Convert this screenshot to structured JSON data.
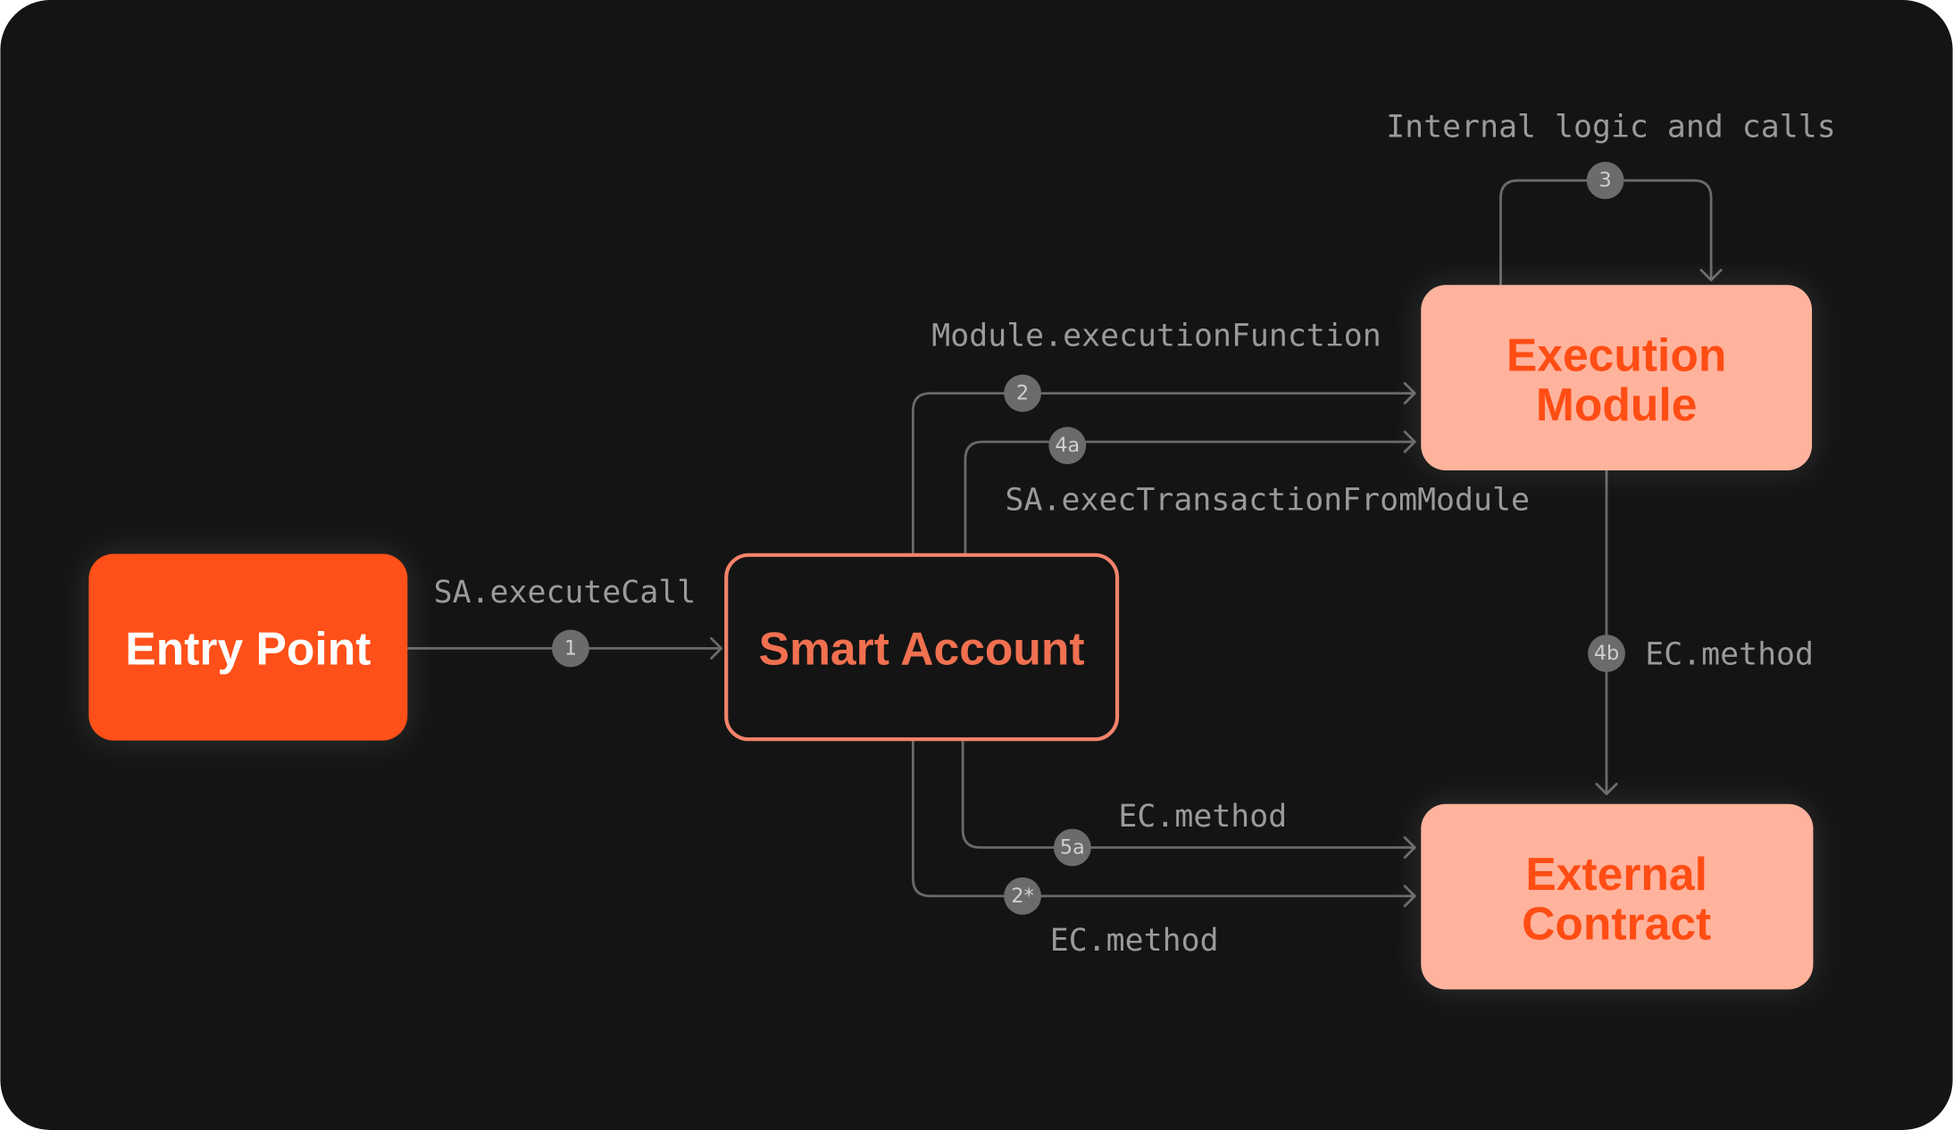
{
  "nodes": {
    "entry_point": {
      "label": "Entry Point"
    },
    "smart_account": {
      "label": "Smart Account"
    },
    "execution_module": {
      "line1": "Execution",
      "line2": "Module"
    },
    "external_contract": {
      "line1": "External",
      "line2": "Contract"
    }
  },
  "edges": {
    "e1": {
      "badge": "1",
      "label": "SA.executeCall"
    },
    "e2": {
      "badge": "2",
      "label": "Module.executionFunction"
    },
    "e3": {
      "badge": "3",
      "label": "Internal logic and calls"
    },
    "e4a": {
      "badge": "4a",
      "label": "SA.execTransactionFromModule"
    },
    "e4b": {
      "badge": "4b",
      "label": "EC.method"
    },
    "e5a": {
      "badge": "5a",
      "label": "EC.method"
    },
    "e2s": {
      "badge": "2*",
      "label": "EC.method"
    }
  },
  "colors": {
    "background": "#141414",
    "entry_fill": "#FF5019",
    "smart_account_stroke": "#F4836A",
    "module_fill": "#FFB39D",
    "module_text": "#FF4D14",
    "line": "#6a6a6a"
  }
}
